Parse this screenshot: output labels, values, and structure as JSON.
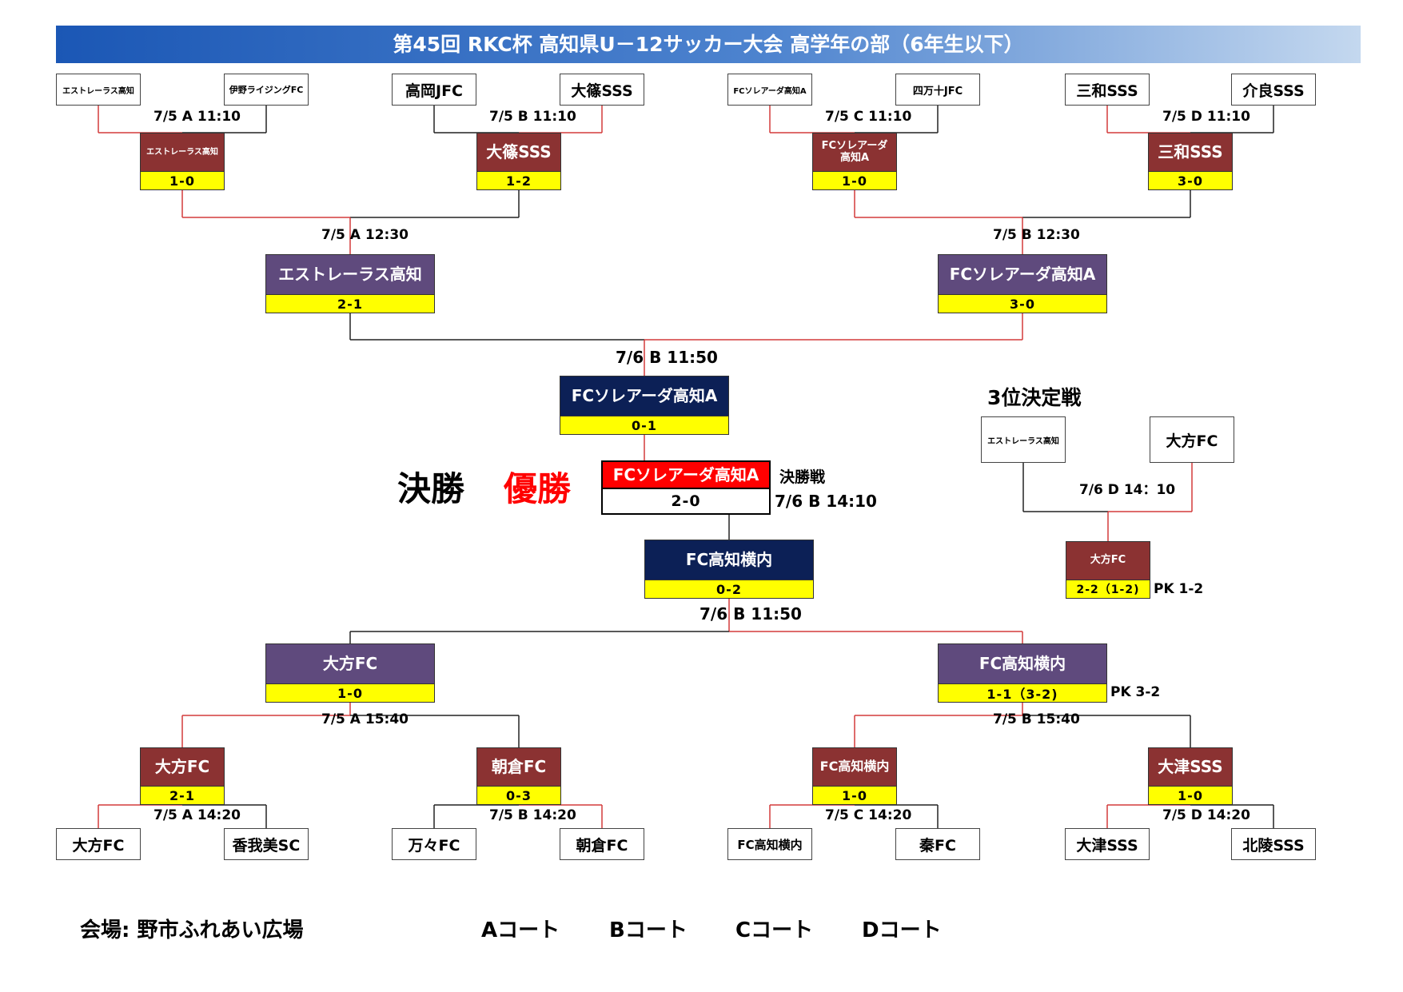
{
  "title": "第45回 RKC杯 高知県U－12サッカー大会 高学年の部（6年生以下）",
  "colors": {
    "winner_round1": "#8b3232",
    "winner_semi": "#5f4a7d",
    "finalist": "#0c2056",
    "champion": "#ff0000",
    "score_bg": "#ffff00",
    "winner_path_line": "#d33b3b"
  },
  "top": {
    "teams": [
      "エストレーラス高知",
      "伊野ライジングFC",
      "高岡JFC",
      "大篠SSS",
      "FCソレアーダ高知A",
      "四万十JFC",
      "三和SSS",
      "介良SSS"
    ],
    "r1_times": [
      "7/5 A 11:10",
      "7/5 B 11:10",
      "7/5 C 11:10",
      "7/5 D 11:10"
    ],
    "r1_winners": [
      {
        "name": "エストレーラス高知",
        "score": "1-0"
      },
      {
        "name": "大篠SSS",
        "score": "1-2"
      },
      {
        "name": "FCソレアーダ\n高知A",
        "score": "1-0"
      },
      {
        "name": "三和SSS",
        "score": "3-0"
      }
    ],
    "r2_times": [
      "7/5 A 12:30",
      "7/5 B 12:30"
    ],
    "r2_winners": [
      {
        "name": "エストレーラス高知",
        "score": "2-1"
      },
      {
        "name": "FCソレアーダ高知A",
        "score": "3-0"
      }
    ],
    "semi_time": "7/6 B 11:50",
    "finalist": {
      "name": "FCソレアーダ高知A",
      "score": "0-1"
    }
  },
  "final": {
    "label": "決勝",
    "champion_label": "優勝",
    "champion": {
      "name": "FCソレアーダ高知A",
      "score": "2-0"
    },
    "side_label": "決勝戦",
    "time": "7/6 B 14:10"
  },
  "bottom": {
    "finalist": {
      "name": "FC高知横内",
      "score": "0-2"
    },
    "semi_time": "7/6 B 11:50",
    "r2_winners": [
      {
        "name": "大方FC",
        "score": "1-0"
      },
      {
        "name": "FC高知横内",
        "score": "1-1（3-2)",
        "pk": "PK 3-2"
      }
    ],
    "r2_times": [
      "7/5 A 15:40",
      "7/5 B 15:40"
    ],
    "r1_winners": [
      {
        "name": "大方FC",
        "score": "2-1"
      },
      {
        "name": "朝倉FC",
        "score": "0-3"
      },
      {
        "name": "FC高知横内",
        "score": "1-0"
      },
      {
        "name": "大津SSS",
        "score": "1-0"
      }
    ],
    "r1_times": [
      "7/5 A 14:20",
      "7/5 B 14:20",
      "7/5 C 14:20",
      "7/5 D 14:20"
    ],
    "teams": [
      "大方FC",
      "香我美SC",
      "万々FC",
      "朝倉FC",
      "FC高知横内",
      "秦FC",
      "大津SSS",
      "北陵SSS"
    ]
  },
  "third_place": {
    "label": "3位決定戦",
    "teams": [
      "エストレーラス高知",
      "大方FC"
    ],
    "time": "7/6 D 14：10",
    "winner": {
      "name": "大方FC",
      "score": "2-2（1-2)",
      "pk": "PK 1-2"
    }
  },
  "footer": {
    "venue": "会場: 野市ふれあい広場",
    "courts": [
      "Aコート",
      "Bコート",
      "Cコート",
      "Dコート"
    ]
  }
}
